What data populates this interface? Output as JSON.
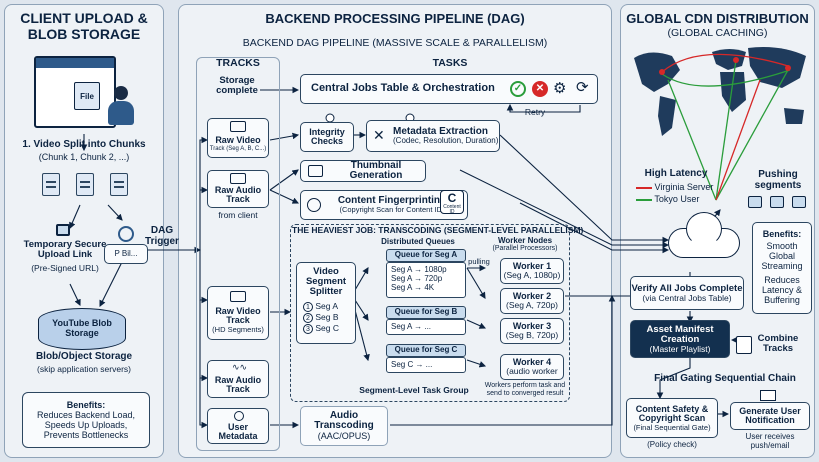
{
  "left": {
    "title": "CLIENT UPLOAD & BLOB STORAGE",
    "file_label": "File",
    "step1": "1. Video Split into Chunks",
    "step1_sub": "(Chunk 1, Chunk 2, ...)",
    "link_title": "Temporary Secure Upload Link",
    "link_sub": "(Pre-Signed URL)",
    "link_box": "P Bil...",
    "yt_label": "YouTube Blob Storage",
    "blob_title": "Blob/Object Storage",
    "blob_sub": "(skip application servers)",
    "benefits_title": "Benefits:",
    "benefits_lines": [
      "Reduces Backend Load,",
      "Speeds Up Uploads,",
      "Prevents Bottlenecks"
    ]
  },
  "dag_trigger": "DAG Trigger",
  "middle": {
    "title": "BACKEND PROCESSING PIPELINE (DAG)",
    "subtitle": "BACKEND DAG PIPELINE (MASSIVE SCALE & PARALLELISM)",
    "tracks_header": "TRACKS",
    "tasks_header": "TASKS",
    "storage_complete": "Storage complete",
    "central_jobs": "Central Jobs Table & Orchestration",
    "retry": "Retry",
    "track_raw_video_1": "Raw Video",
    "track_raw_video_1_sub": "Track (Seg A, B, C...)",
    "track_raw_audio_1": "Raw Audio Track",
    "from_client": "from client",
    "integrity": "Integrity Checks",
    "metadata_title": "Metadata Extraction",
    "metadata_sub": "(Codec, Resolution, Duration)",
    "thumbnail": "Thumbnail Generation",
    "fingerprint_title": "Content Fingerprinting",
    "fingerprint_sub": "(Copyright Scan for Content ID)",
    "fingerprint_logo": "Content ID",
    "heavy_title": "THE HEAVIEST JOB: TRANSCODING (SEGMENT-LEVEL PARALLELISM)",
    "distributed_queues": "Distributed Queues",
    "worker_nodes": "Worker Nodes",
    "worker_nodes_sub": "(Parallel Processors)",
    "splitter": "Video Segment Splitter",
    "splitter_segs": [
      "Seg A",
      "Seg B",
      "Seg C"
    ],
    "seg_nums": [
      "1",
      "2",
      "3"
    ],
    "queue_a_title": "Queue for Seg A",
    "queue_a_items": [
      "Seg A → 1080p",
      "Seg A → 720p",
      "Seg A → 4K"
    ],
    "queue_b_title": "Queue for Seg B",
    "queue_b_items": [
      "Seg A → ..."
    ],
    "queue_c_title": "Queue for Seg C",
    "queue_c_items": [
      "Seg C → ..."
    ],
    "pulling": "pulling",
    "workers": [
      {
        "name": "Worker 1",
        "sub": "(Seg A, 1080p)"
      },
      {
        "name": "Worker 2",
        "sub": "(Seg A, 720p)"
      },
      {
        "name": "Worker 3",
        "sub": "(Seg B, 720p)"
      },
      {
        "name": "Worker 4",
        "sub": "(audio worker"
      }
    ],
    "task_group": "Segment-Level Task Group",
    "workers_note": "Workers perform task and send to converged result",
    "track_raw_video_2": "Raw Video Track",
    "track_raw_video_2_sub": "(HD Segments)",
    "track_raw_audio_2": "Raw Audio Track",
    "user_metadata": "User Metadata",
    "audio_title": "Audio Transcoding",
    "audio_sub": "(AAC/OPUS)"
  },
  "right": {
    "title": "GLOBAL CDN DISTRIBUTION",
    "subtitle": "(GLOBAL CACHING)",
    "high_latency": "High Latency",
    "legend": [
      {
        "label": "Virginia Server",
        "color": "#d62828"
      },
      {
        "label": "Tokyo User",
        "color": "#2a9d3b"
      }
    ],
    "pushing": "Pushing segments",
    "benefits_title": "Benefits:",
    "benefits_lines": [
      "Smooth Global Streaming",
      "Reduces Latency & Buffering"
    ],
    "verify_title": "Verify All Jobs Complete",
    "verify_sub": "(via Central Jobs Table)",
    "manifest_title": "Asset Manifest Creation",
    "manifest_sub": "(Master Playlist)",
    "combine": "Combine Tracks",
    "gating": "Final Gating Sequential Chain",
    "safety_title": "Content Safety & Copyright Scan",
    "safety_sub": "(Final Sequential Gate)",
    "policy": "(Policy check)",
    "notify_title": "Generate User Notification",
    "notify_sub": "User receives push/email"
  },
  "colors": {
    "navy": "#0c2340",
    "panel_border": "#8fa3b8",
    "green": "#2a9d3b",
    "red": "#d62828",
    "manifest_bg": "#13304f"
  }
}
